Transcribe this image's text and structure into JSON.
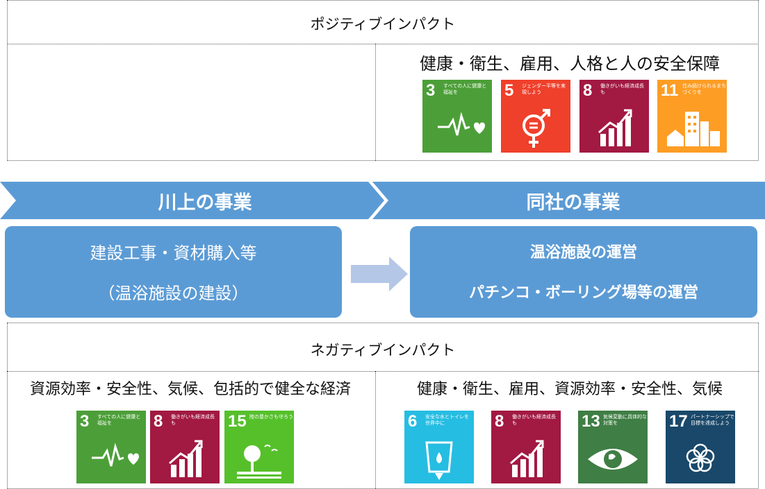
{
  "positive": {
    "heading": "ポジティブインパクト",
    "right_label": "健康・衛生、雇用、人格と人の安全保障",
    "sdgs": [
      {
        "number": "3",
        "title": "すべての人に健康と福祉を",
        "color": "#4c9f38",
        "icon": "heartbeat-icon"
      },
      {
        "number": "5",
        "title": "ジェンダー平等を実現しよう",
        "color": "#ef402b",
        "icon": "gender-equality-icon"
      },
      {
        "number": "8",
        "title": "働きがいも経済成長も",
        "color": "#a21942",
        "icon": "growth-chart-icon"
      },
      {
        "number": "11",
        "title": "住み続けられるまちづくりを",
        "color": "#fd9d24",
        "icon": "city-buildings-icon"
      }
    ]
  },
  "flow": {
    "upstream_title": "川上の事業",
    "company_title": "同社の事業",
    "upstream_line1": "建設工事・資材購入等",
    "upstream_line2": "（温浴施設の建設）",
    "company_line1": "温浴施設の運営",
    "company_line2": "パチンコ・ボーリング場等の運営",
    "band_color": "#5b9bd5",
    "arrow_color": "#b4c7e7"
  },
  "negative": {
    "heading": "ネガティブインパクト",
    "left_label": "資源効率・安全性、気候、包括的で健全な経済",
    "right_label": "健康・衛生、雇用、資源効率・安全性、気候",
    "left_sdgs": [
      {
        "number": "3",
        "title": "すべての人に健康と福祉を",
        "color": "#4c9f38",
        "icon": "heartbeat-icon"
      },
      {
        "number": "8",
        "title": "働きがいも経済成長も",
        "color": "#a21942",
        "icon": "growth-chart-icon"
      },
      {
        "number": "15",
        "title": "陸の豊かさも守ろう",
        "color": "#56c02b",
        "icon": "tree-icon"
      }
    ],
    "right_sdgs": [
      {
        "number": "6",
        "title": "安全な水とトイレを世界中に",
        "color": "#26bde2",
        "icon": "water-drop-icon"
      },
      {
        "number": "8",
        "title": "働きがいも経済成長も",
        "color": "#a21942",
        "icon": "growth-chart-icon"
      },
      {
        "number": "13",
        "title": "気候変動に具体的な対策を",
        "color": "#3f7e44",
        "icon": "earth-eye-icon"
      },
      {
        "number": "17",
        "title": "パートナーシップで目標を達成しよう",
        "color": "#19486a",
        "icon": "partnership-rings-icon"
      }
    ]
  }
}
